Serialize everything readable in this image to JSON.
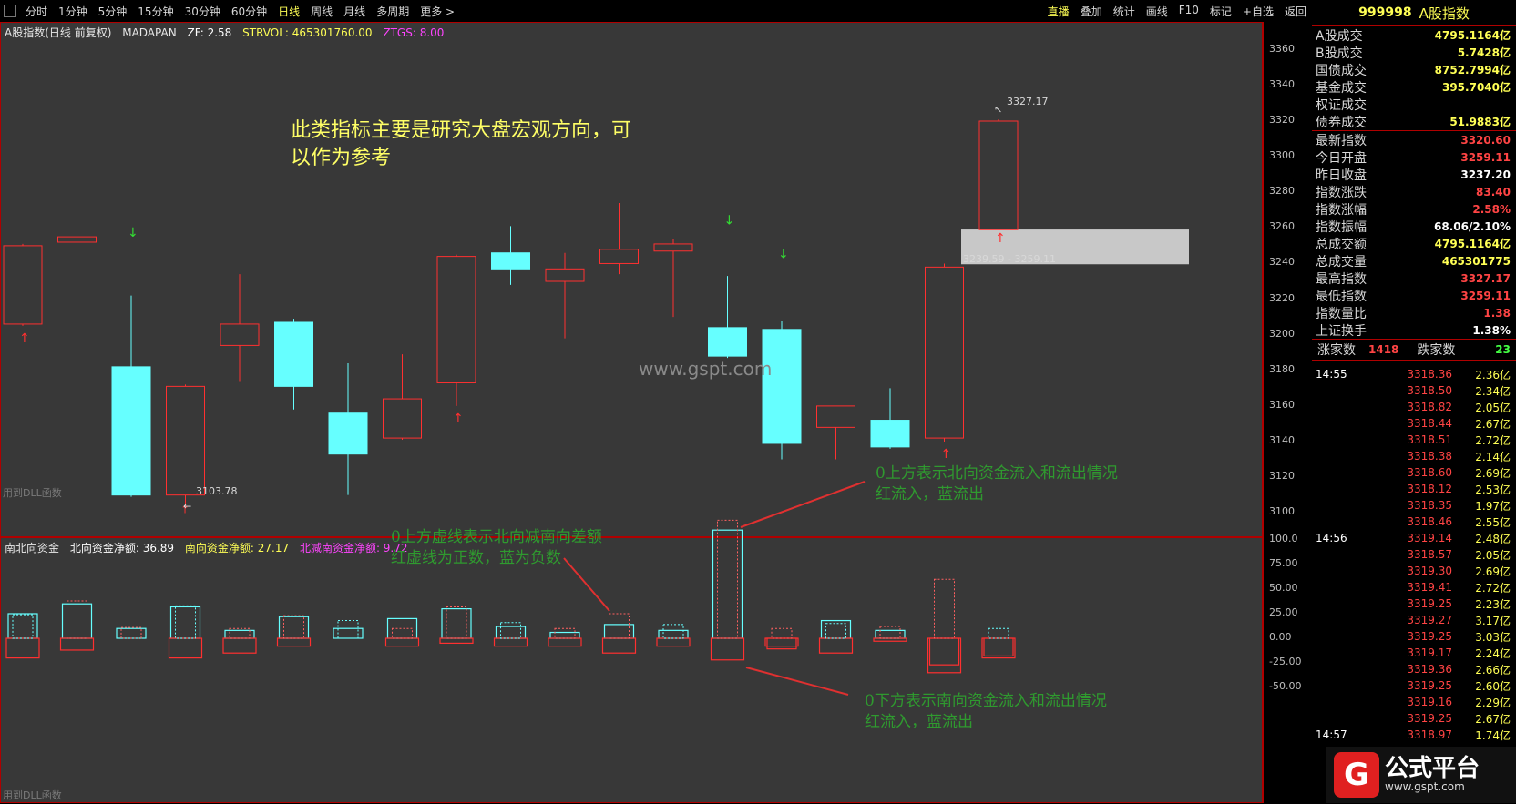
{
  "toolbar": {
    "periods": [
      "分时",
      "1分钟",
      "5分钟",
      "15分钟",
      "30分钟",
      "60分钟",
      "日线",
      "周线",
      "月线",
      "多周期",
      "更多 >"
    ],
    "active_period": "日线",
    "right": [
      "直播",
      "叠加",
      "统计",
      "画线",
      "F10",
      "标记",
      "+自选",
      "返回"
    ],
    "right_active": "直播"
  },
  "main": {
    "name": "A股指数(日线 前复权)",
    "indicator": "MADAPAN",
    "zf": "ZF: 2.58",
    "strvol": "STRVOL: 465301760.00",
    "ztgs": "ZTGS: 8.00",
    "corner_note": "用到DLL函数",
    "annotation": "此类指标主要是研究大盘宏观方向，可\n以作为参考",
    "watermark": "www.gspt.com",
    "high_label": "3327.17",
    "low_label": "3103.78",
    "range_label": "3239.59 - 3259.11",
    "yticks": [
      "3360",
      "3340",
      "3320",
      "3300",
      "3280",
      "3260",
      "3240",
      "3220",
      "3200",
      "3180",
      "3160",
      "3140",
      "3120",
      "3100"
    ]
  },
  "sub": {
    "name": "南北向资金",
    "north": "北向资金净额: 36.89",
    "south": "南向资金净额: 27.17",
    "diff": "北减南资金净额: 9.72",
    "corner_note": "用到DLL函数",
    "annot_upper": "0上方表示北向资金流入和流出情况\n红流入，蓝流出",
    "annot_dash": "0上方虚线表示北向减南向差额\n红虚线为正数，蓝为负数",
    "annot_lower": "0下方表示南向资金流入和流出情况\n红流入，蓝流出",
    "yticks": [
      "100.0",
      "75.00",
      "50.00",
      "25.00",
      "0.00",
      "-25.00",
      "-50.00"
    ]
  },
  "colors": {
    "up": "#ff3030",
    "down": "#66ffff",
    "panel": "#383838",
    "accent": "#ffff55"
  },
  "chart_data": {
    "type": "candlestick",
    "ylim": [
      3095,
      3365
    ],
    "candles": [
      {
        "o": 3206,
        "c": 3250,
        "h": 3251,
        "l": 3205
      },
      {
        "o": 3252,
        "c": 3255,
        "h": 3279,
        "l": 3220
      },
      {
        "o": 3182,
        "c": 3110,
        "h": 3222,
        "l": 3109
      },
      {
        "o": 3110,
        "c": 3171,
        "h": 3172,
        "l": 3104
      },
      {
        "o": 3194,
        "c": 3206,
        "h": 3234,
        "l": 3174
      },
      {
        "o": 3207,
        "c": 3171,
        "h": 3209,
        "l": 3158
      },
      {
        "o": 3156,
        "c": 3133,
        "h": 3184,
        "l": 3110
      },
      {
        "o": 3142,
        "c": 3164,
        "h": 3189,
        "l": 3141
      },
      {
        "o": 3173,
        "c": 3244,
        "h": 3245,
        "l": 3160
      },
      {
        "o": 3246,
        "c": 3237,
        "h": 3261,
        "l": 3228
      },
      {
        "o": 3230,
        "c": 3237,
        "h": 3246,
        "l": 3198
      },
      {
        "o": 3240,
        "c": 3248,
        "h": 3274,
        "l": 3234
      },
      {
        "o": 3247,
        "c": 3251,
        "h": 3254,
        "l": 3210
      },
      {
        "o": 3204,
        "c": 3188,
        "h": 3233,
        "l": 3187
      },
      {
        "o": 3203,
        "c": 3139,
        "h": 3208,
        "l": 3130
      },
      {
        "o": 3148,
        "c": 3160,
        "h": 3160,
        "l": 3130
      },
      {
        "o": 3152,
        "c": 3137,
        "h": 3170,
        "l": 3136
      },
      {
        "o": 3142,
        "c": 3238,
        "h": 3240,
        "l": 3140
      },
      {
        "o": 3259,
        "c": 3320,
        "h": 3321,
        "l": 3259
      }
    ],
    "north_flow": [
      25,
      35,
      10,
      32,
      8,
      22,
      10,
      20,
      30,
      12,
      6,
      14,
      8,
      110,
      -12,
      18,
      8,
      -30,
      -20
    ],
    "south_flow": [
      -20,
      -12,
      0,
      -20,
      -15,
      -8,
      0,
      -8,
      -5,
      -8,
      -8,
      -15,
      -8,
      -22,
      -8,
      -15,
      -3,
      -35,
      -20
    ],
    "diff": [
      24,
      38,
      11,
      33,
      10,
      23,
      18,
      10,
      32,
      16,
      10,
      25,
      14,
      120,
      10,
      15,
      12,
      60,
      10
    ]
  },
  "right_panel": {
    "code": "999998",
    "name": "A股指数",
    "rows_a": [
      {
        "label": "A股成交",
        "value": "4795.1164亿",
        "color": "#ffff55"
      },
      {
        "label": "B股成交",
        "value": "5.7428亿",
        "color": "#ffff55"
      },
      {
        "label": "国债成交",
        "value": "8752.7994亿",
        "color": "#ffff55"
      },
      {
        "label": "基金成交",
        "value": "395.7040亿",
        "color": "#ffff55"
      },
      {
        "label": "权证成交",
        "value": "",
        "color": "#ffff55"
      },
      {
        "label": "债券成交",
        "value": "51.9883亿",
        "color": "#ffff55"
      }
    ],
    "rows_b": [
      {
        "label": "最新指数",
        "value": "3320.60",
        "color": "#ff4444"
      },
      {
        "label": "今日开盘",
        "value": "3259.11",
        "color": "#ff4444"
      },
      {
        "label": "昨日收盘",
        "value": "3237.20",
        "color": "#ffffff"
      },
      {
        "label": "指数涨跌",
        "value": "83.40",
        "color": "#ff4444"
      },
      {
        "label": "指数涨幅",
        "value": "2.58%",
        "color": "#ff4444"
      },
      {
        "label": "指数振幅",
        "value": "68.06/2.10%",
        "color": "#ffffff"
      },
      {
        "label": "总成交额",
        "value": "4795.1164亿",
        "color": "#ffff55"
      },
      {
        "label": "总成交量",
        "value": "465301775",
        "color": "#ffff55"
      },
      {
        "label": "最高指数",
        "value": "3327.17",
        "color": "#ff4444"
      },
      {
        "label": "最低指数",
        "value": "3259.11",
        "color": "#ff4444"
      },
      {
        "label": "指数量比",
        "value": "1.38",
        "color": "#ff4444"
      },
      {
        "label": "上证换手",
        "value": "1.38%",
        "color": "#ffffff"
      }
    ],
    "up_label": "涨家数",
    "up_count": "1418",
    "down_label": "跌家数",
    "down_count": "23",
    "ticks": [
      {
        "time": "14:55",
        "price": "3318.36",
        "vol": "2.36亿"
      },
      {
        "time": "",
        "price": "3318.50",
        "vol": "2.34亿"
      },
      {
        "time": "",
        "price": "3318.82",
        "vol": "2.05亿"
      },
      {
        "time": "",
        "price": "3318.44",
        "vol": "2.67亿"
      },
      {
        "time": "",
        "price": "3318.51",
        "vol": "2.72亿"
      },
      {
        "time": "",
        "price": "3318.38",
        "vol": "2.14亿"
      },
      {
        "time": "",
        "price": "3318.60",
        "vol": "2.69亿"
      },
      {
        "time": "",
        "price": "3318.12",
        "vol": "2.53亿"
      },
      {
        "time": "",
        "price": "3318.35",
        "vol": "1.97亿"
      },
      {
        "time": "",
        "price": "3318.46",
        "vol": "2.55亿"
      },
      {
        "time": "14:56",
        "price": "3319.14",
        "vol": "2.48亿"
      },
      {
        "time": "",
        "price": "3318.57",
        "vol": "2.05亿"
      },
      {
        "time": "",
        "price": "3319.30",
        "vol": "2.69亿"
      },
      {
        "time": "",
        "price": "3319.41",
        "vol": "2.72亿"
      },
      {
        "time": "",
        "price": "3319.25",
        "vol": "2.23亿"
      },
      {
        "time": "",
        "price": "3319.27",
        "vol": "3.17亿"
      },
      {
        "time": "",
        "price": "3319.25",
        "vol": "3.03亿"
      },
      {
        "time": "",
        "price": "3319.17",
        "vol": "2.24亿"
      },
      {
        "time": "",
        "price": "3319.36",
        "vol": "2.66亿"
      },
      {
        "time": "",
        "price": "3319.25",
        "vol": "2.60亿"
      },
      {
        "time": "",
        "price": "3319.16",
        "vol": "2.29亿"
      },
      {
        "time": "",
        "price": "3319.25",
        "vol": "2.67亿"
      },
      {
        "time": "14:57",
        "price": "3318.97",
        "vol": "1.74亿"
      }
    ]
  },
  "logo": {
    "mark": "G",
    "text": "公式平台",
    "url": "www.gspt.com"
  }
}
